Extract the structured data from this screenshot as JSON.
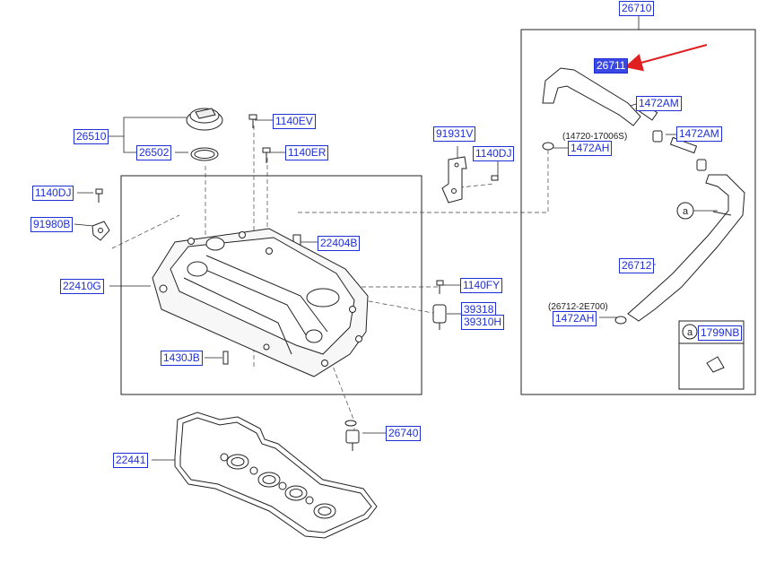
{
  "callouts": {
    "c26710": "26710",
    "c26711": "26711",
    "c1472AM_a": "1472AM",
    "c1472AM_b": "1472AM",
    "c1472AH_a": "1472AH",
    "c1472AH_b": "1472AH",
    "c26712": "26712",
    "c1799NB": "1799NB",
    "c26510": "26510",
    "c26502": "26502",
    "c1140EV": "1140EV",
    "c1140ER": "1140ER",
    "c91931V": "91931V",
    "c1140DJ_a": "1140DJ",
    "c1140DJ_b": "1140DJ",
    "c91980B": "91980B",
    "c22404B": "22404B",
    "c22410G": "22410G",
    "c1140FY": "1140FY",
    "c39318": "39318",
    "c39310H": "39310H",
    "c1430JB": "1430JB",
    "c26740": "26740",
    "c22441": "22441"
  },
  "notes": {
    "ref_14720": "(14720-17006S)",
    "ref_26712": "(26712-2E700)"
  },
  "markers": {
    "a_hose": "a",
    "a_inset": "a"
  },
  "colors": {
    "callout_border": "#1e2fd6",
    "callout_text": "#1e2fd6",
    "highlight_fill": "#3a48e6",
    "pointer_arrow": "#e02020",
    "line_art": "#222222"
  }
}
